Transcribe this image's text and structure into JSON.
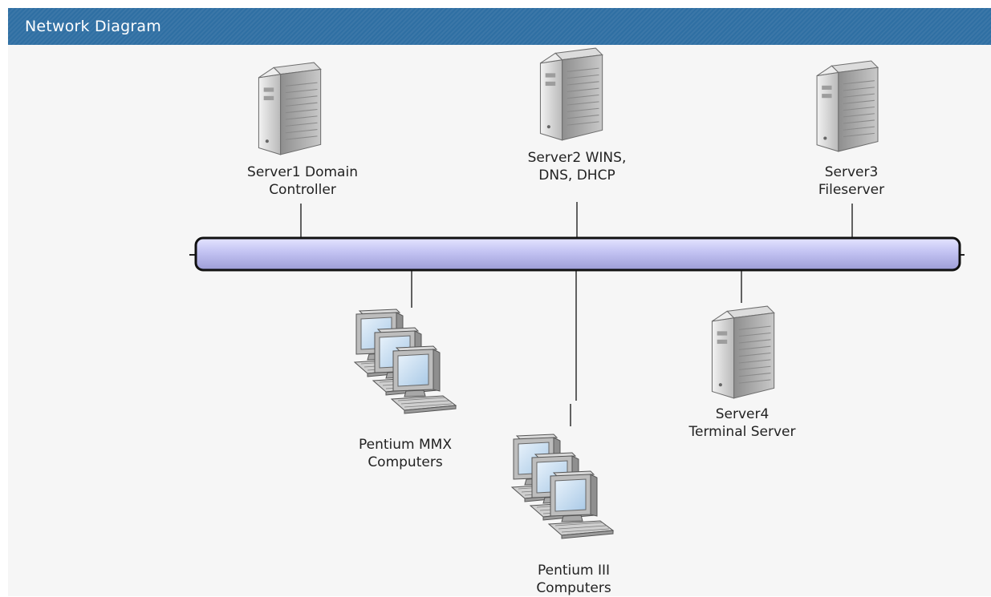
{
  "header": {
    "title": "Network Diagram"
  },
  "nodes": [
    {
      "id": "server1",
      "kind": "server",
      "lines": [
        "Server1 Domain",
        "Controller"
      ]
    },
    {
      "id": "server2",
      "kind": "server",
      "lines": [
        "Server2 WINS,",
        "DNS, DHCP"
      ]
    },
    {
      "id": "server3",
      "kind": "server",
      "lines": [
        "Server3",
        "Fileserver"
      ]
    },
    {
      "id": "server4",
      "kind": "server",
      "lines": [
        "Server4",
        "Terminal Server"
      ]
    },
    {
      "id": "mmx",
      "kind": "computers",
      "lines": [
        "Pentium MMX",
        "Computers"
      ]
    },
    {
      "id": "p3",
      "kind": "computers",
      "lines": [
        "Pentium III",
        "Computers"
      ]
    }
  ],
  "bus": {
    "color": "#c2c2f2"
  },
  "icons": {
    "server": "server-tower-icon",
    "computers": "computer-group-icon"
  }
}
